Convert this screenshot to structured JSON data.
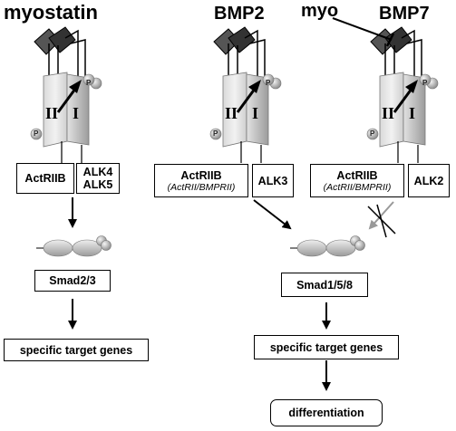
{
  "ligands": {
    "myostatin": "myostatin",
    "bmp2": "BMP2",
    "bmp7": "BMP7",
    "myo": "myo"
  },
  "receptor": {
    "type2": "II",
    "type1": "I",
    "phospho": "P"
  },
  "receptor_boxes": {
    "myostatin_type2": "ActRIIB",
    "myostatin_type1_a": "ALK4",
    "myostatin_type1_b": "ALK5",
    "bmp2_type2": "ActRIIB",
    "bmp2_type2_alt": "(ActRII/BMPRII)",
    "bmp2_type1": "ALK3",
    "bmp7_type2": "ActRIIB",
    "bmp7_type2_alt": "(ActRII/BMPRII)",
    "bmp7_type1": "ALK2"
  },
  "smads": {
    "left": "Smad2/3",
    "right": "Smad1/5/8"
  },
  "outputs": {
    "left_target": "specific target genes",
    "right_target": "specific target genes",
    "differentiation": "differentiation"
  },
  "colors": {
    "ligand_fill": "#555555",
    "receptor_light": "#e6e6e6",
    "receptor_dark": "#b4b4b4",
    "blocked_arrow": "#999999"
  }
}
